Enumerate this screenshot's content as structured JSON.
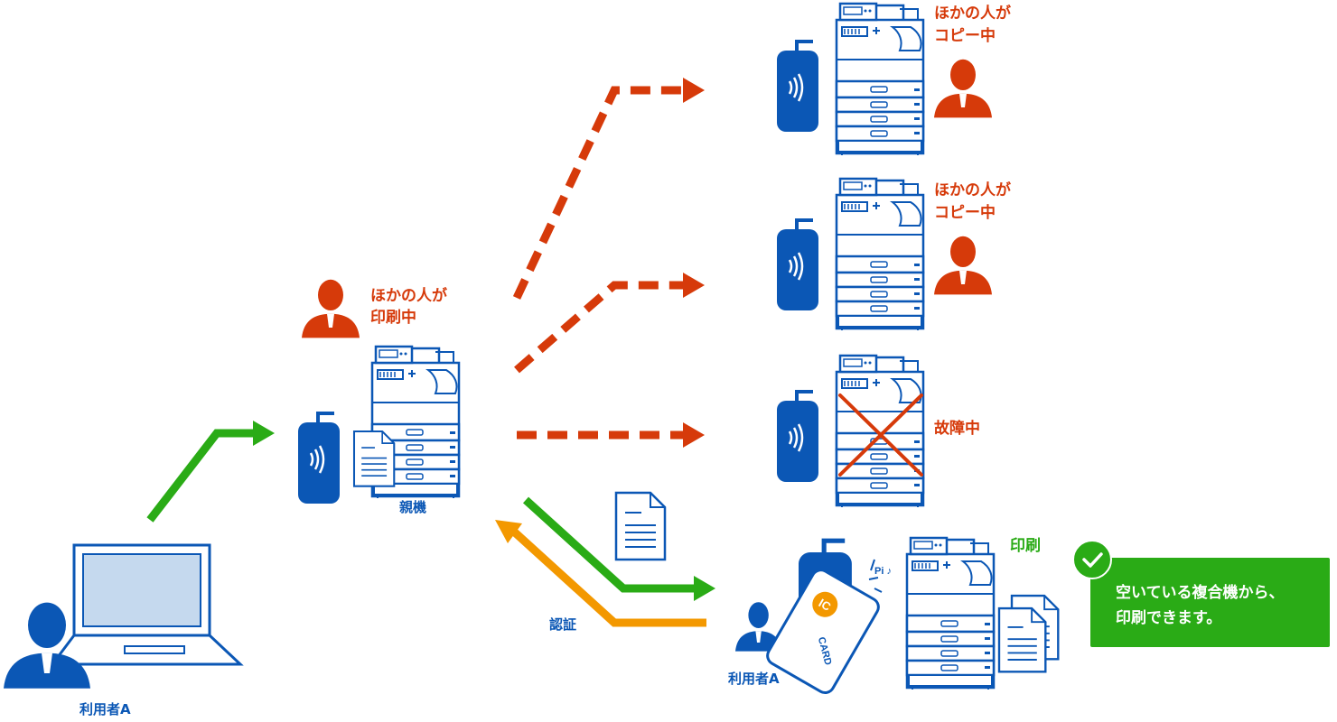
{
  "diagram": {
    "pc_user_label": "利用者A",
    "parent_label": "親機",
    "parent_status": [
      "ほかの人が",
      "印刷中"
    ],
    "mfp1_status": [
      "ほかの人が",
      "コピー中"
    ],
    "mfp2_status": [
      "ほかの人が",
      "コピー中"
    ],
    "mfp3_status": "故障中",
    "auth_label": "認証",
    "print_label": "印刷",
    "card_user_label": "利用者A",
    "beep_text": "Pi ♪",
    "card_text": "CARD",
    "ic_text": "IC",
    "message": [
      "空いている複合機から、",
      "印刷できます。"
    ]
  },
  "colors": {
    "blue": "#0b57b5",
    "red": "#d63a0a",
    "green": "#2aab16",
    "orange": "#f39800",
    "screen": "#c5d9ee"
  }
}
